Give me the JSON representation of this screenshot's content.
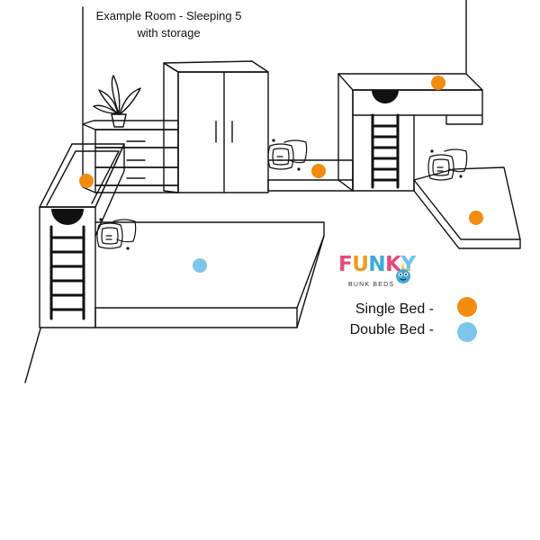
{
  "title": {
    "line1": "Example Room - Sleeping 5",
    "line2": "with storage"
  },
  "logo": {
    "letters": [
      "F",
      "U",
      "N",
      "K",
      "Y"
    ],
    "letter_colors": [
      "#E8497A",
      "#F29A1F",
      "#3FA9DB",
      "#E8497A",
      "#6CC3E8"
    ],
    "sub": "BUNK BEDS"
  },
  "legend": {
    "items": [
      {
        "label": "Single Bed -",
        "color": "#F28C0F"
      },
      {
        "label": "Double Bed -",
        "color": "#7CC6EC"
      }
    ]
  },
  "markers": {
    "single_color": "#F28C0F",
    "double_color": "#7CC6EC"
  }
}
